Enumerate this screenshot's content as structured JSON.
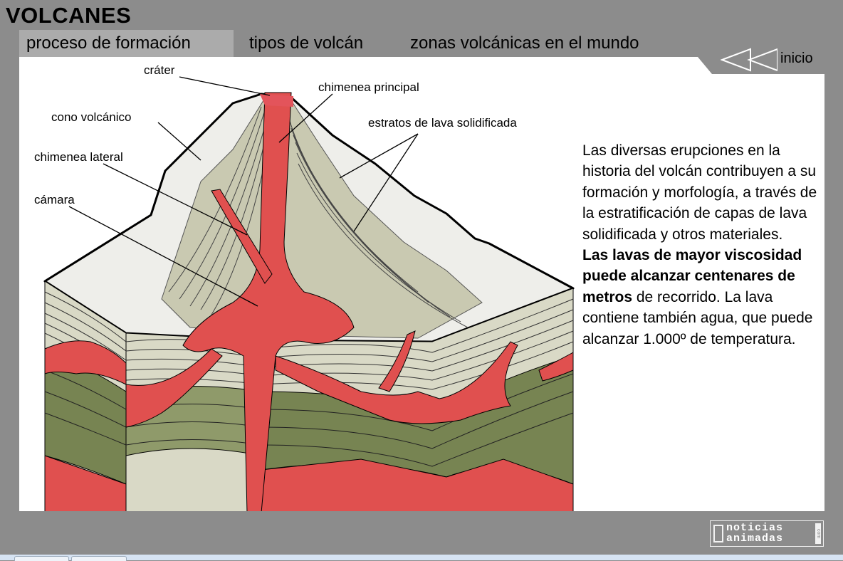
{
  "header": {
    "title": "VOLCANES"
  },
  "tabs": [
    {
      "label": "proceso de formación",
      "active": true
    },
    {
      "label": "tipos de volcán",
      "active": false
    },
    {
      "label": "zonas volcánicas en el mundo",
      "active": false
    }
  ],
  "nav": {
    "back_label": "inicio",
    "back_icon": "double-chevron-left-icon"
  },
  "diagram": {
    "labels": {
      "crater": "cráter",
      "main_vent": "chimenea principal",
      "cone": "cono volcánico",
      "strata": "estratos de lava solidificada",
      "lateral_vent": "chimenea lateral",
      "chamber": "cámara"
    },
    "colors": {
      "lava": "#e0504f",
      "cone": "#eeeeea",
      "strata": "#c9c9b1",
      "dark_strata": "#778452",
      "panel": "#ffffff",
      "background": "#8c8c8c"
    }
  },
  "description": {
    "intro": "Las diversas erupciones en la historia del volcán contribuyen a su formación y morfología, a través de la estratificación de capas de lava solidificada y otros materiales.",
    "bold": "Las lavas de mayor viscosidad puede alcanzar centenares de metros",
    "rest": " de recorrido. La lava contiene también agua, que puede alcanzar 1.000º de temperatura."
  },
  "logo": {
    "line1": "noticias",
    "line2": "animadas",
    "suffix": "com"
  }
}
